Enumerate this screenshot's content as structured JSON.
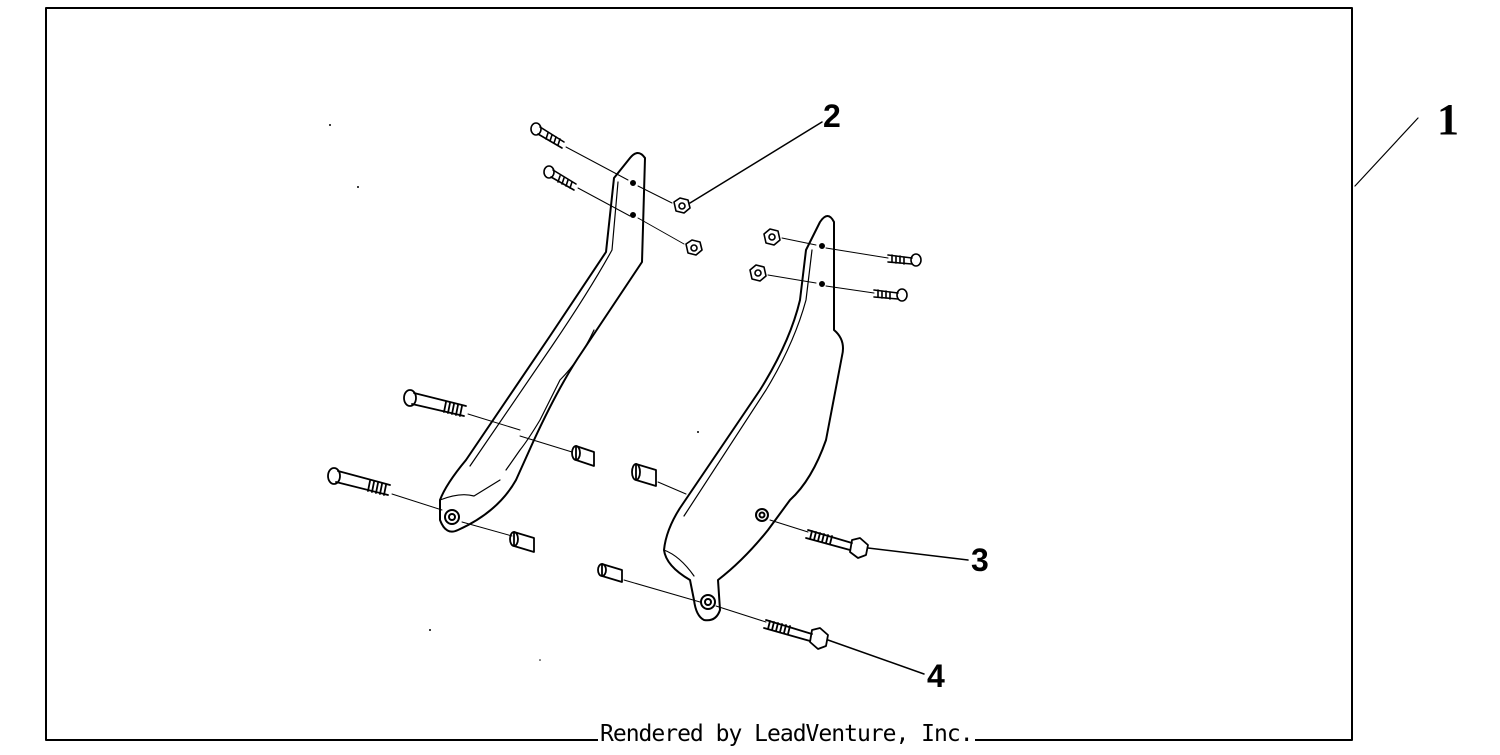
{
  "callouts": {
    "assembly": "1",
    "nut": "2",
    "bolt_upper": "3",
    "bolt_lower": "4"
  },
  "footer": {
    "credit": "Rendered by LeadVenture, Inc."
  },
  "colors": {
    "ink": "#000000",
    "background": "#ffffff"
  }
}
